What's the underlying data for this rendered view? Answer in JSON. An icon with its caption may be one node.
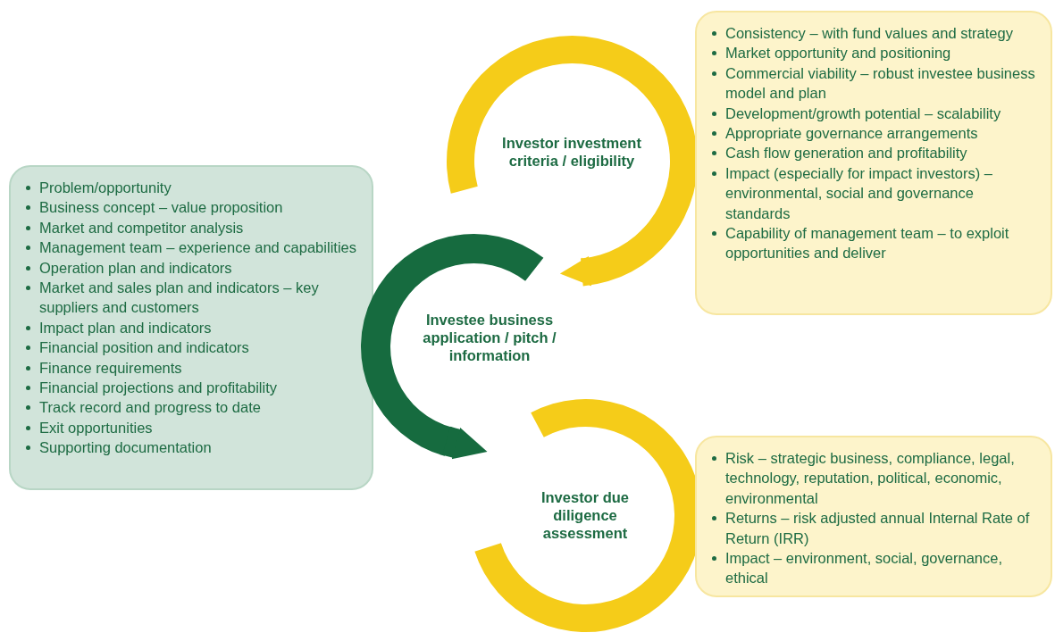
{
  "diagram": {
    "nodes": [
      {
        "text": [
          "Problem/opportunity",
          "Business concept – value proposition",
          "Market and competitor analysis",
          "Management team – experience and capabilities",
          "Operation plan and indicators",
          "Market and sales plan and indicators – key suppliers and customers",
          "Impact plan and indicators",
          "Financial position and indicators",
          "Finance requirements",
          "Financial projections and profitability",
          "Track record and progress to date",
          "Exit opportunities",
          "Supporting documentation"
        ]
      },
      {
        "text": [
          "Investor investment criteria / eligibility"
        ]
      },
      {
        "text": [
          "Investee business application / pitch / information"
        ]
      },
      {
        "text": [
          "Investor due diligence assessment"
        ]
      },
      {
        "text": [
          "Consistency – with fund values and strategy",
          "Market opportunity and positioning",
          "Commercial viability – robust investee business model and plan",
          "Development/growth potential – scalability",
          "Appropriate governance arrangements",
          "Cash flow generation and profitability",
          "Impact (especially for impact investors) – environmental, social and governance standards",
          "Capability of management team – to exploit opportunities and deliver"
        ]
      },
      {
        "text": [
          "Risk – strategic business, compliance, legal, technology, reputation, political, economic, environmental",
          "Returns – risk adjusted annual Internal Rate of Return (IRR)",
          "Impact – environment, social, governance, ethical"
        ]
      }
    ],
    "edges": [
      {
        "from": 1,
        "to": 2,
        "arrow": "to",
        "color": "#f5cc19"
      },
      {
        "from": 2,
        "to": 3,
        "arrow": "to",
        "color": "#166b3f"
      }
    ]
  }
}
